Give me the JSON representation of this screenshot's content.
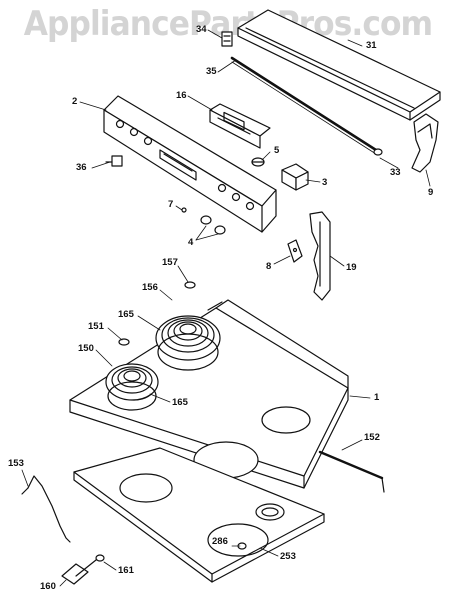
{
  "watermark": "AppliancePartsPros.com",
  "callouts": {
    "p34": "34",
    "p31": "31",
    "p35": "35",
    "p16": "16",
    "p2": "2",
    "p5": "5",
    "p36": "36",
    "p33": "33",
    "p3": "3",
    "p9": "9",
    "p7": "7",
    "p4": "4",
    "p8": "8",
    "p19": "19",
    "p157": "157",
    "p156": "156",
    "p165a": "165",
    "p151": "151",
    "p150": "150",
    "p165b": "165",
    "p1": "1",
    "p152": "152",
    "p153": "153",
    "p286": "286",
    "p253": "253",
    "p161": "161",
    "p160": "160"
  }
}
